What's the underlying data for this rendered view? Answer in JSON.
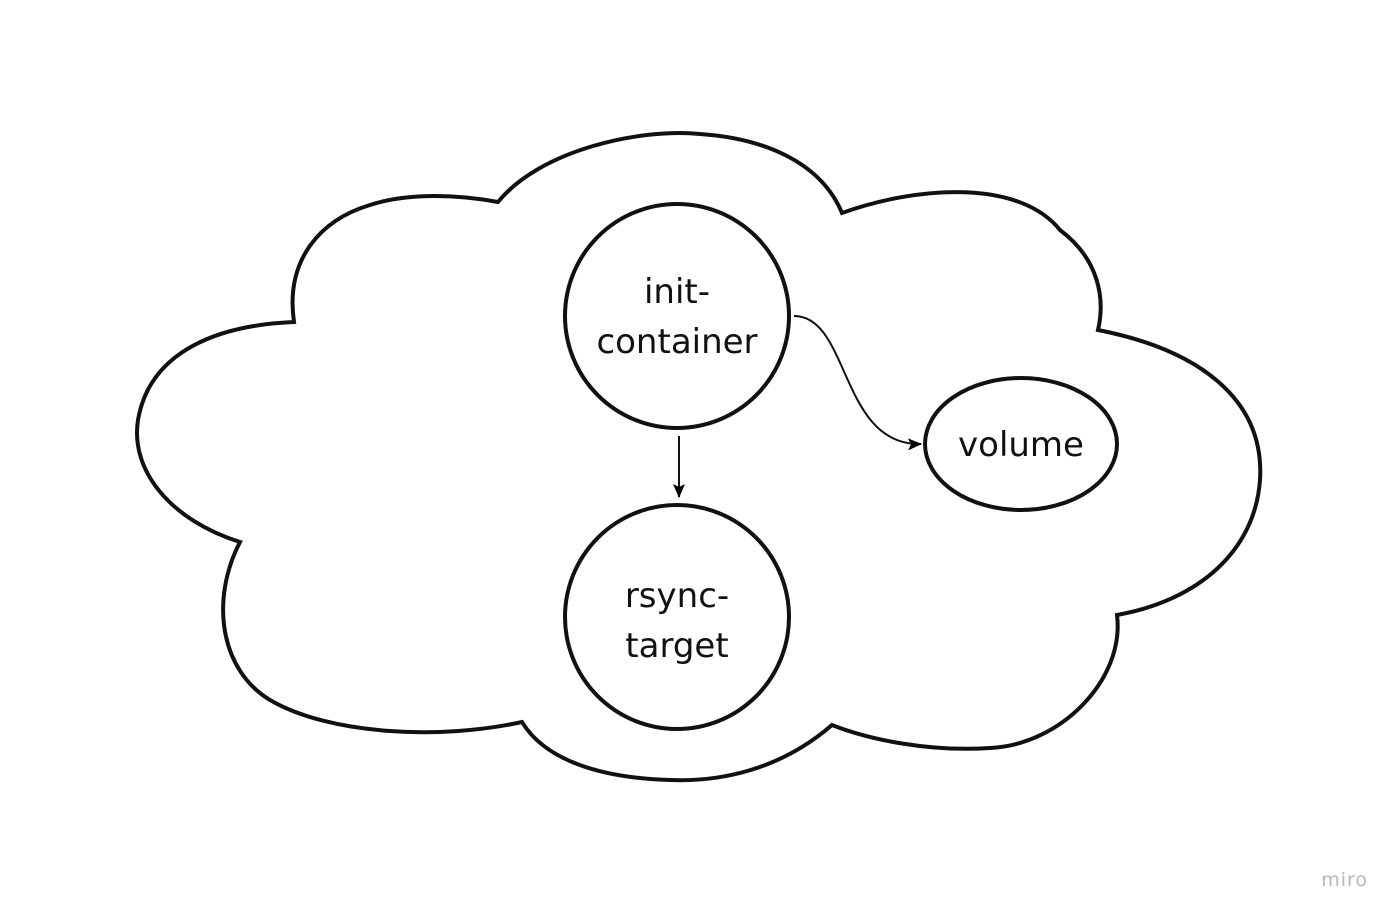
{
  "diagram": {
    "nodes": {
      "init_container": {
        "line1": "init-",
        "line2": "container"
      },
      "rsync_target": {
        "line1": "rsync-",
        "line2": "target"
      },
      "volume": {
        "label": "volume"
      }
    },
    "edges": [
      {
        "from": "init-container",
        "to": "rsync-target"
      },
      {
        "from": "init-container",
        "to": "volume"
      }
    ]
  },
  "watermark": "miro"
}
